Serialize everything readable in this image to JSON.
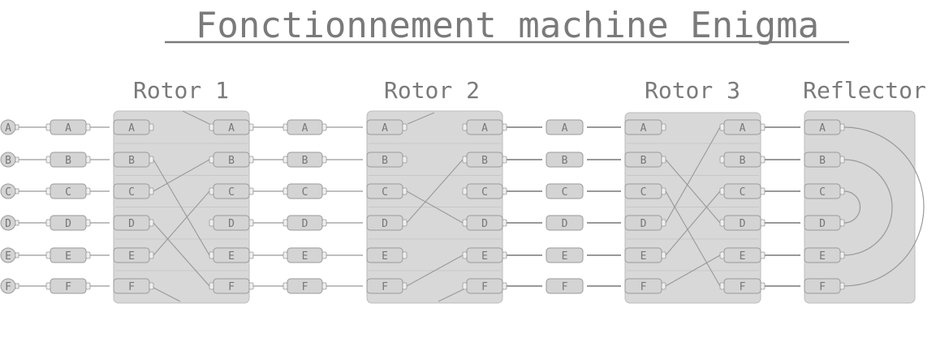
{
  "title": "Fonctionnement machine Enigma",
  "letters": [
    "A",
    "B",
    "C",
    "D",
    "E",
    "F"
  ],
  "stages": [
    {
      "name": "Rotor 1",
      "input": [
        "A",
        "B",
        "C",
        "D",
        "E",
        "F"
      ],
      "output": [
        "A",
        "B",
        "C",
        "D",
        "E",
        "F"
      ],
      "wiring": [
        [
          1,
          4
        ],
        [
          2,
          1
        ],
        [
          3,
          5
        ],
        [
          4,
          2
        ]
      ]
    },
    {
      "name": "Rotor 2",
      "input": [
        "A",
        "B",
        "C",
        "D",
        "E",
        "F"
      ],
      "output": [
        "A",
        "B",
        "C",
        "D",
        "E",
        "F"
      ],
      "wiring": [
        [
          2,
          3
        ],
        [
          3,
          1
        ],
        [
          5,
          4
        ]
      ]
    },
    {
      "name": "Rotor 3",
      "input": [
        "A",
        "B",
        "C",
        "D",
        "E",
        "F"
      ],
      "output": [
        "A",
        "B",
        "C",
        "D",
        "E",
        "F"
      ],
      "wiring": [
        [
          1,
          3
        ],
        [
          2,
          5
        ],
        [
          3,
          0
        ],
        [
          4,
          2
        ],
        [
          5,
          4
        ]
      ]
    },
    {
      "name": "Reflector",
      "input": [
        "A",
        "B",
        "C",
        "D",
        "E",
        "F"
      ],
      "pairs": [
        [
          0,
          5
        ],
        [
          1,
          4
        ],
        [
          2,
          3
        ]
      ]
    }
  ],
  "colors": {
    "box": "#d8d8d8",
    "box_border": "#bdbdbd",
    "chip": "#d4d4d4",
    "chip_border": "#9a9a9a",
    "wire": "#999999",
    "text": "#7a7a7a"
  }
}
